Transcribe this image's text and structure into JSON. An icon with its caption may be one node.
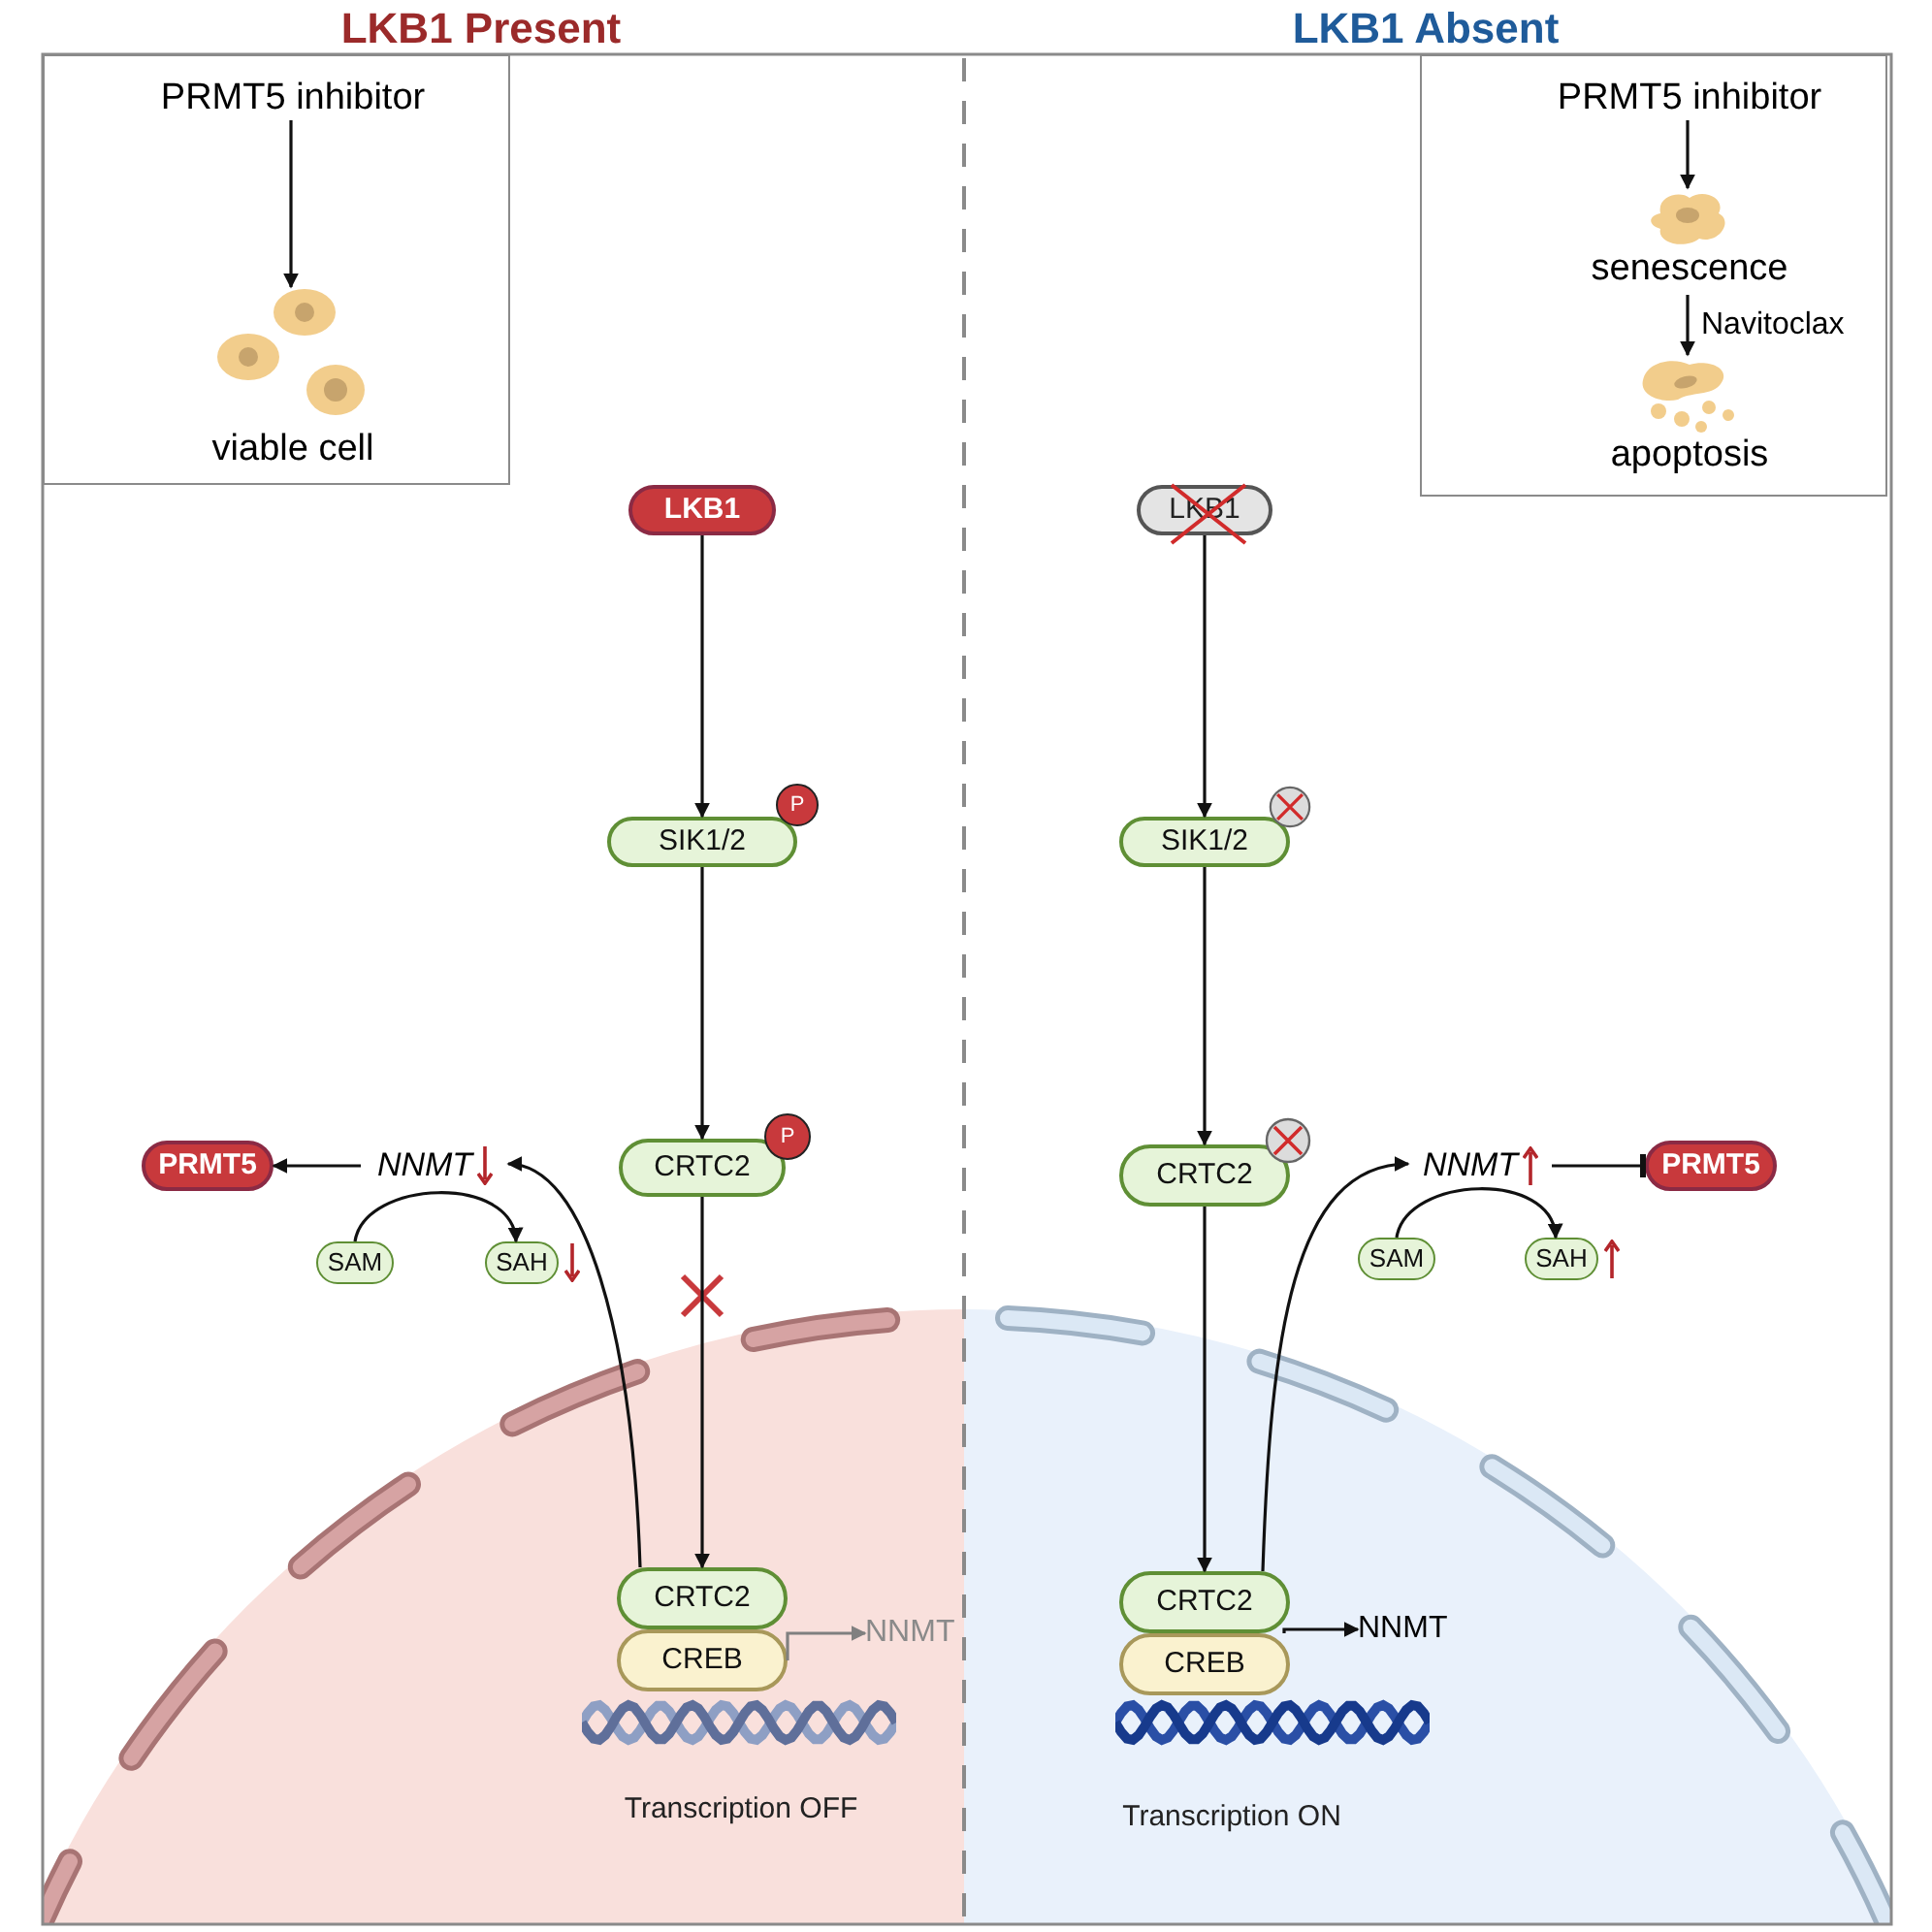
{
  "diagram": {
    "nodes": [
      {
        "text": [],
        "shape": "box"
      },
      {
        "text": [
          "PRMT5 inhibitor"
        ],
        "in": 0
      },
      {
        "text": [
          "viable cell"
        ],
        "in": 0
      },
      {
        "text": [],
        "shape": "box"
      },
      {
        "text": [
          "PRMT5 inhibitor"
        ],
        "in": 3
      },
      {
        "text": [
          "senescence"
        ],
        "in": 3
      },
      {
        "text": [
          "apoptosis"
        ],
        "in": 3
      },
      {
        "text": [
          "LKB1"
        ]
      },
      {
        "text": [
          "SIK1/2"
        ]
      },
      {
        "text": [
          "P"
        ]
      },
      {
        "text": [
          "CRTC2"
        ]
      },
      {
        "text": [
          "P"
        ]
      },
      {
        "text": [
          "NNMT"
        ]
      },
      {
        "text": [
          "PRMT5"
        ]
      },
      {
        "text": [
          "SAM"
        ]
      },
      {
        "text": [
          "SAH"
        ]
      },
      {
        "text": [
          "CRTC2"
        ]
      },
      {
        "text": [
          "CREB"
        ]
      },
      {
        "text": [
          "NNMT"
        ]
      },
      {
        "text": [
          "LKB1"
        ]
      },
      {
        "text": [
          "SIK1/2"
        ]
      },
      {
        "text": [],
        "shape": "circle"
      },
      {
        "text": [
          "CRTC2"
        ]
      },
      {
        "text": [],
        "shape": "circle"
      },
      {
        "text": [
          "NNMT"
        ]
      },
      {
        "text": [
          "PRMT5"
        ]
      },
      {
        "text": [
          "SAM"
        ]
      },
      {
        "text": [
          "SAH"
        ]
      },
      {
        "text": [
          "CRTC2"
        ]
      },
      {
        "text": [
          "CREB"
        ]
      },
      {
        "text": [
          "NNMT"
        ]
      }
    ],
    "edges": [
      {
        "from": 1,
        "to": 2,
        "arrow": "to"
      },
      {
        "from": 4,
        "to": 5,
        "arrow": "to"
      },
      {
        "from": 5,
        "to": 6,
        "arrow": "to",
        "label": "Navitoclax"
      },
      {
        "from": 7,
        "to": 8,
        "arrow": "to"
      },
      {
        "from": 8,
        "to": 10,
        "arrow": "to"
      },
      {
        "from": 10,
        "to": 16,
        "arrow": "to"
      },
      {
        "from": 16,
        "to": 12,
        "arrow": "to"
      },
      {
        "from": 12,
        "to": 13,
        "arrow": "to"
      },
      {
        "from": 14,
        "to": 15,
        "arrow": "to"
      },
      {
        "from": 17,
        "to": 18,
        "arrow": "to",
        "color": "#808080"
      },
      {
        "from": 19,
        "to": 20,
        "arrow": "to"
      },
      {
        "from": 20,
        "to": 22,
        "arrow": "to"
      },
      {
        "from": 22,
        "to": 28,
        "arrow": "to"
      },
      {
        "from": 28,
        "to": 24,
        "arrow": "to"
      },
      {
        "from": 24,
        "to": 25,
        "arrow": "other"
      },
      {
        "from": 26,
        "to": 27,
        "arrow": "to"
      },
      {
        "from": 29,
        "to": 30,
        "arrow": "to"
      }
    ],
    "labels": [
      "LKB1 Present",
      "LKB1 Absent",
      "Transcription OFF",
      "Transcription ON"
    ]
  }
}
